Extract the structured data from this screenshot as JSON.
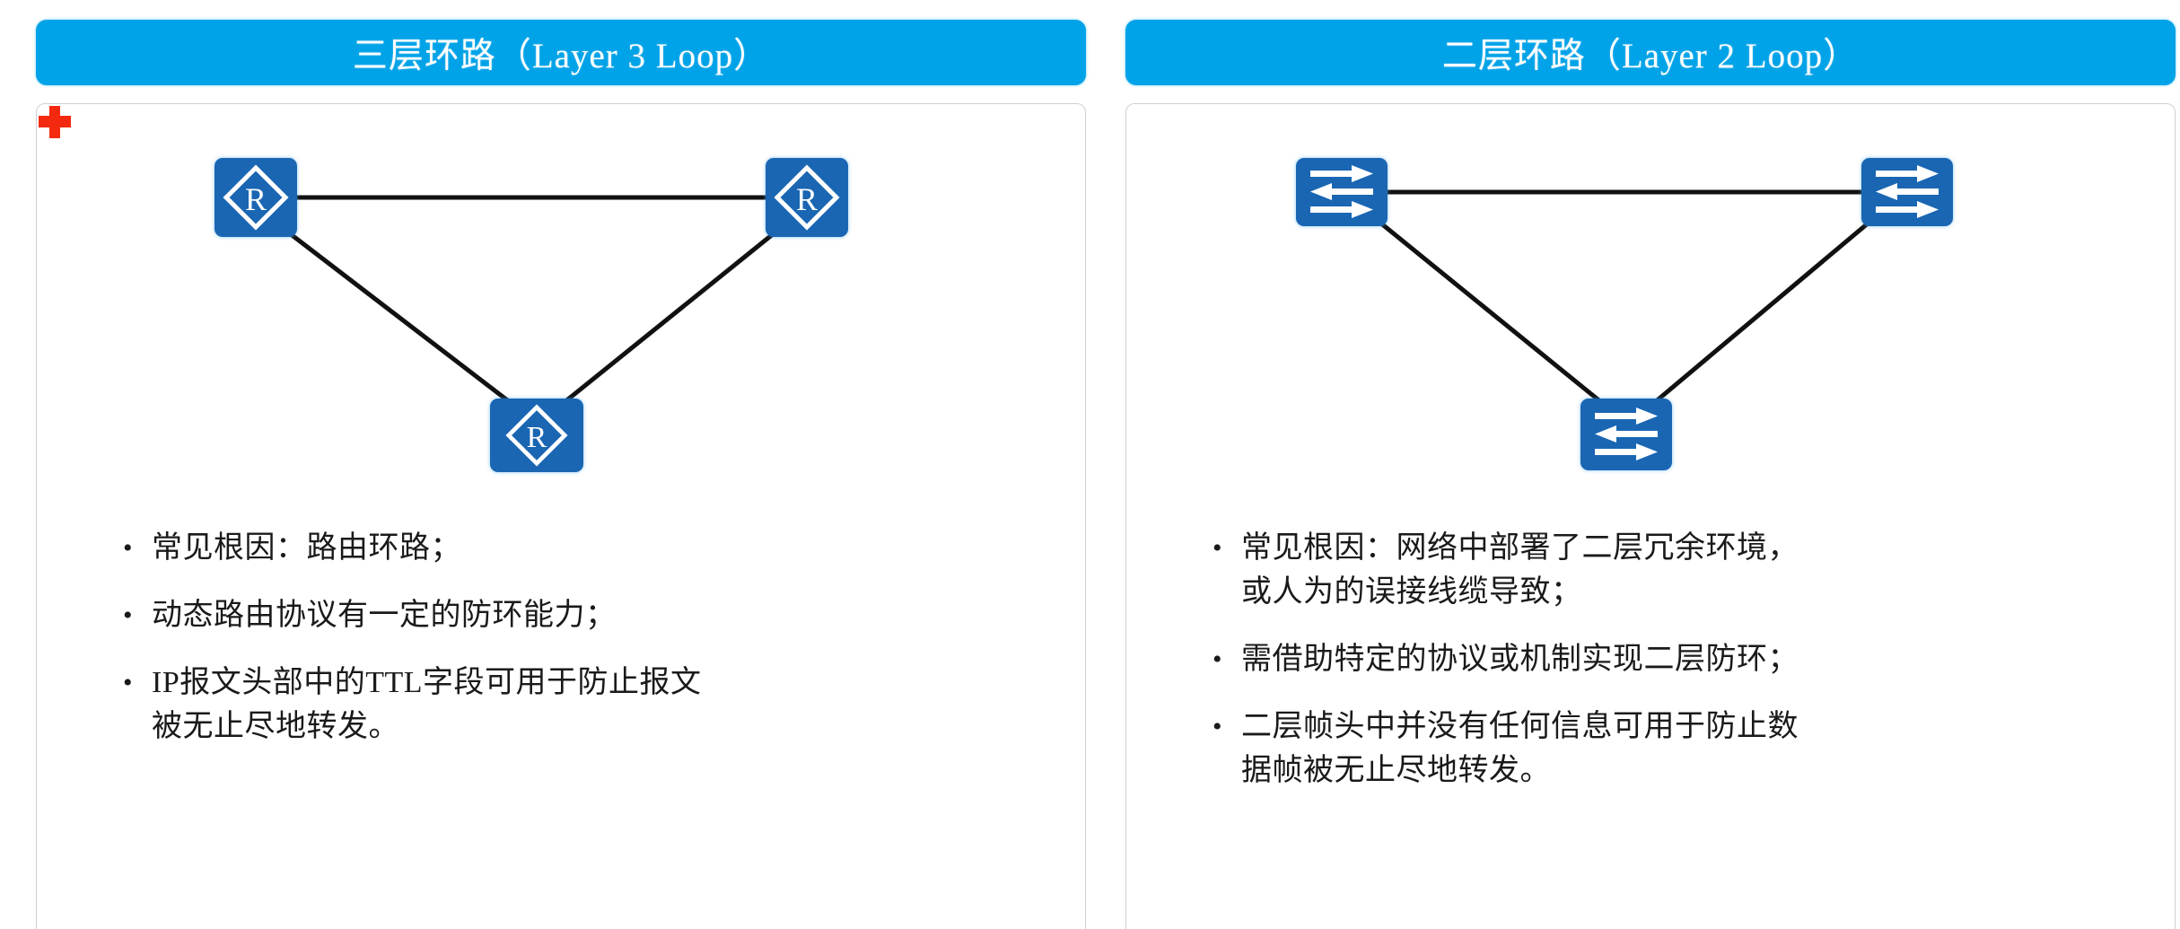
{
  "theme": {
    "header_bg": "#00a2e8",
    "header_text": "#ffffff",
    "panel_border": "#cfcfcf",
    "node_blue": "#1a66b3",
    "node_glyph": "#ffffff",
    "link_color": "#111111",
    "cross_red": "#f42a10",
    "text_color": "#1a1a1a"
  },
  "panels": [
    {
      "id": "layer3",
      "title": "三层环路（Layer 3 Loop）",
      "diagram": {
        "type": "triangle-topology",
        "device_type": "router",
        "device_icon": "router-icon",
        "device_glyph": "R",
        "node_count": 3,
        "nodes": [
          {
            "name": "router-top-left",
            "position": "top-left"
          },
          {
            "name": "router-top-right",
            "position": "top-right"
          },
          {
            "name": "router-bottom",
            "position": "bottom-center"
          }
        ],
        "links": [
          {
            "from": "top-left",
            "to": "top-right"
          },
          {
            "from": "top-left",
            "to": "bottom-center"
          },
          {
            "from": "top-right",
            "to": "bottom-center"
          }
        ],
        "marker": {
          "name": "red-cross-icon",
          "shape": "plus",
          "color": "#f42a10"
        }
      },
      "bullet_marker": "•",
      "bullets": [
        "常见根因：路由环路；",
        "动态路由协议有一定的防环能力；",
        "IP报文头部中的TTL字段可用于防止报文被无止尽地转发。"
      ]
    },
    {
      "id": "layer2",
      "title": "二层环路（Layer 2 Loop）",
      "diagram": {
        "type": "triangle-topology",
        "device_type": "switch",
        "device_icon": "switch-icon",
        "device_glyph": "⇄",
        "node_count": 3,
        "nodes": [
          {
            "name": "switch-top-left",
            "position": "top-left"
          },
          {
            "name": "switch-top-right",
            "position": "top-right"
          },
          {
            "name": "switch-bottom",
            "position": "bottom-center"
          }
        ],
        "links": [
          {
            "from": "top-left",
            "to": "top-right"
          },
          {
            "from": "top-left",
            "to": "bottom-center"
          },
          {
            "from": "top-right",
            "to": "bottom-center"
          }
        ],
        "marker": null
      },
      "bullet_marker": "•",
      "bullets": [
        "常见根因：网络中部署了二层冗余环境，或人为的误接线缆导致；",
        "需借助特定的协议或机制实现二层防环；",
        "二层帧头中并没有任何信息可用于防止数据帧被无止尽地转发。"
      ]
    }
  ]
}
